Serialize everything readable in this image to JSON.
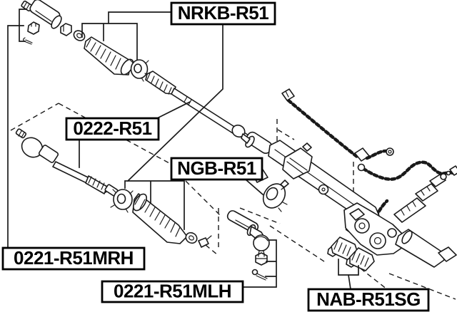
{
  "diagram": {
    "type": "exploded-parts-diagram",
    "subject": "steering rack and tie rod assembly",
    "background_color": "#ffffff",
    "line_color": "#1a1a1a",
    "label_border_color": "#000000",
    "label_text_color": "#000000",
    "labels": {
      "boot_kit": "NRKB-R51",
      "inner_rod": "0222-R51",
      "gear_boot": "NGB-R51",
      "tie_rod_end_right": "0221-R51MRH",
      "tie_rod_end_left": "0221-R51MLH",
      "gear_bushing_set": "NAB-R51SG"
    }
  }
}
